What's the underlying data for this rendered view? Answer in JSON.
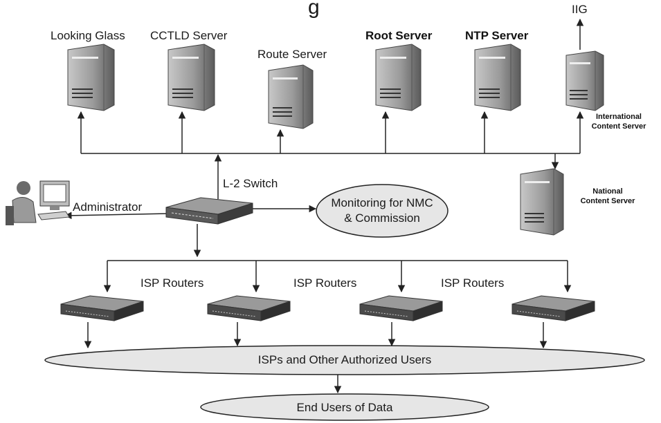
{
  "title_fragment": "g",
  "servers": {
    "looking_glass": "Looking Glass",
    "cctld": "CCTLD Server",
    "route": "Route Server",
    "root": "Root Server",
    "ntp": "NTP Server",
    "iig": "IIG",
    "international_line1": "International",
    "international_line2": "Content Server",
    "national_line1": "National",
    "national_line2": "Content Server"
  },
  "switch_label": "L-2 Switch",
  "administrator_label": "Administrator",
  "monitoring": {
    "line1": "Monitoring for NMC",
    "line2": "& Commission"
  },
  "isp_routers": [
    "ISP Routers",
    "ISP Routers",
    "ISP Routers"
  ],
  "isps_label": "ISPs and Other Authorized Users",
  "end_users_label": "End Users of Data",
  "colors": {
    "device": "#8a8a8a",
    "device_dark": "#3c3c3c",
    "ellipse_fill": "#e6e6e6",
    "line": "#222222"
  }
}
